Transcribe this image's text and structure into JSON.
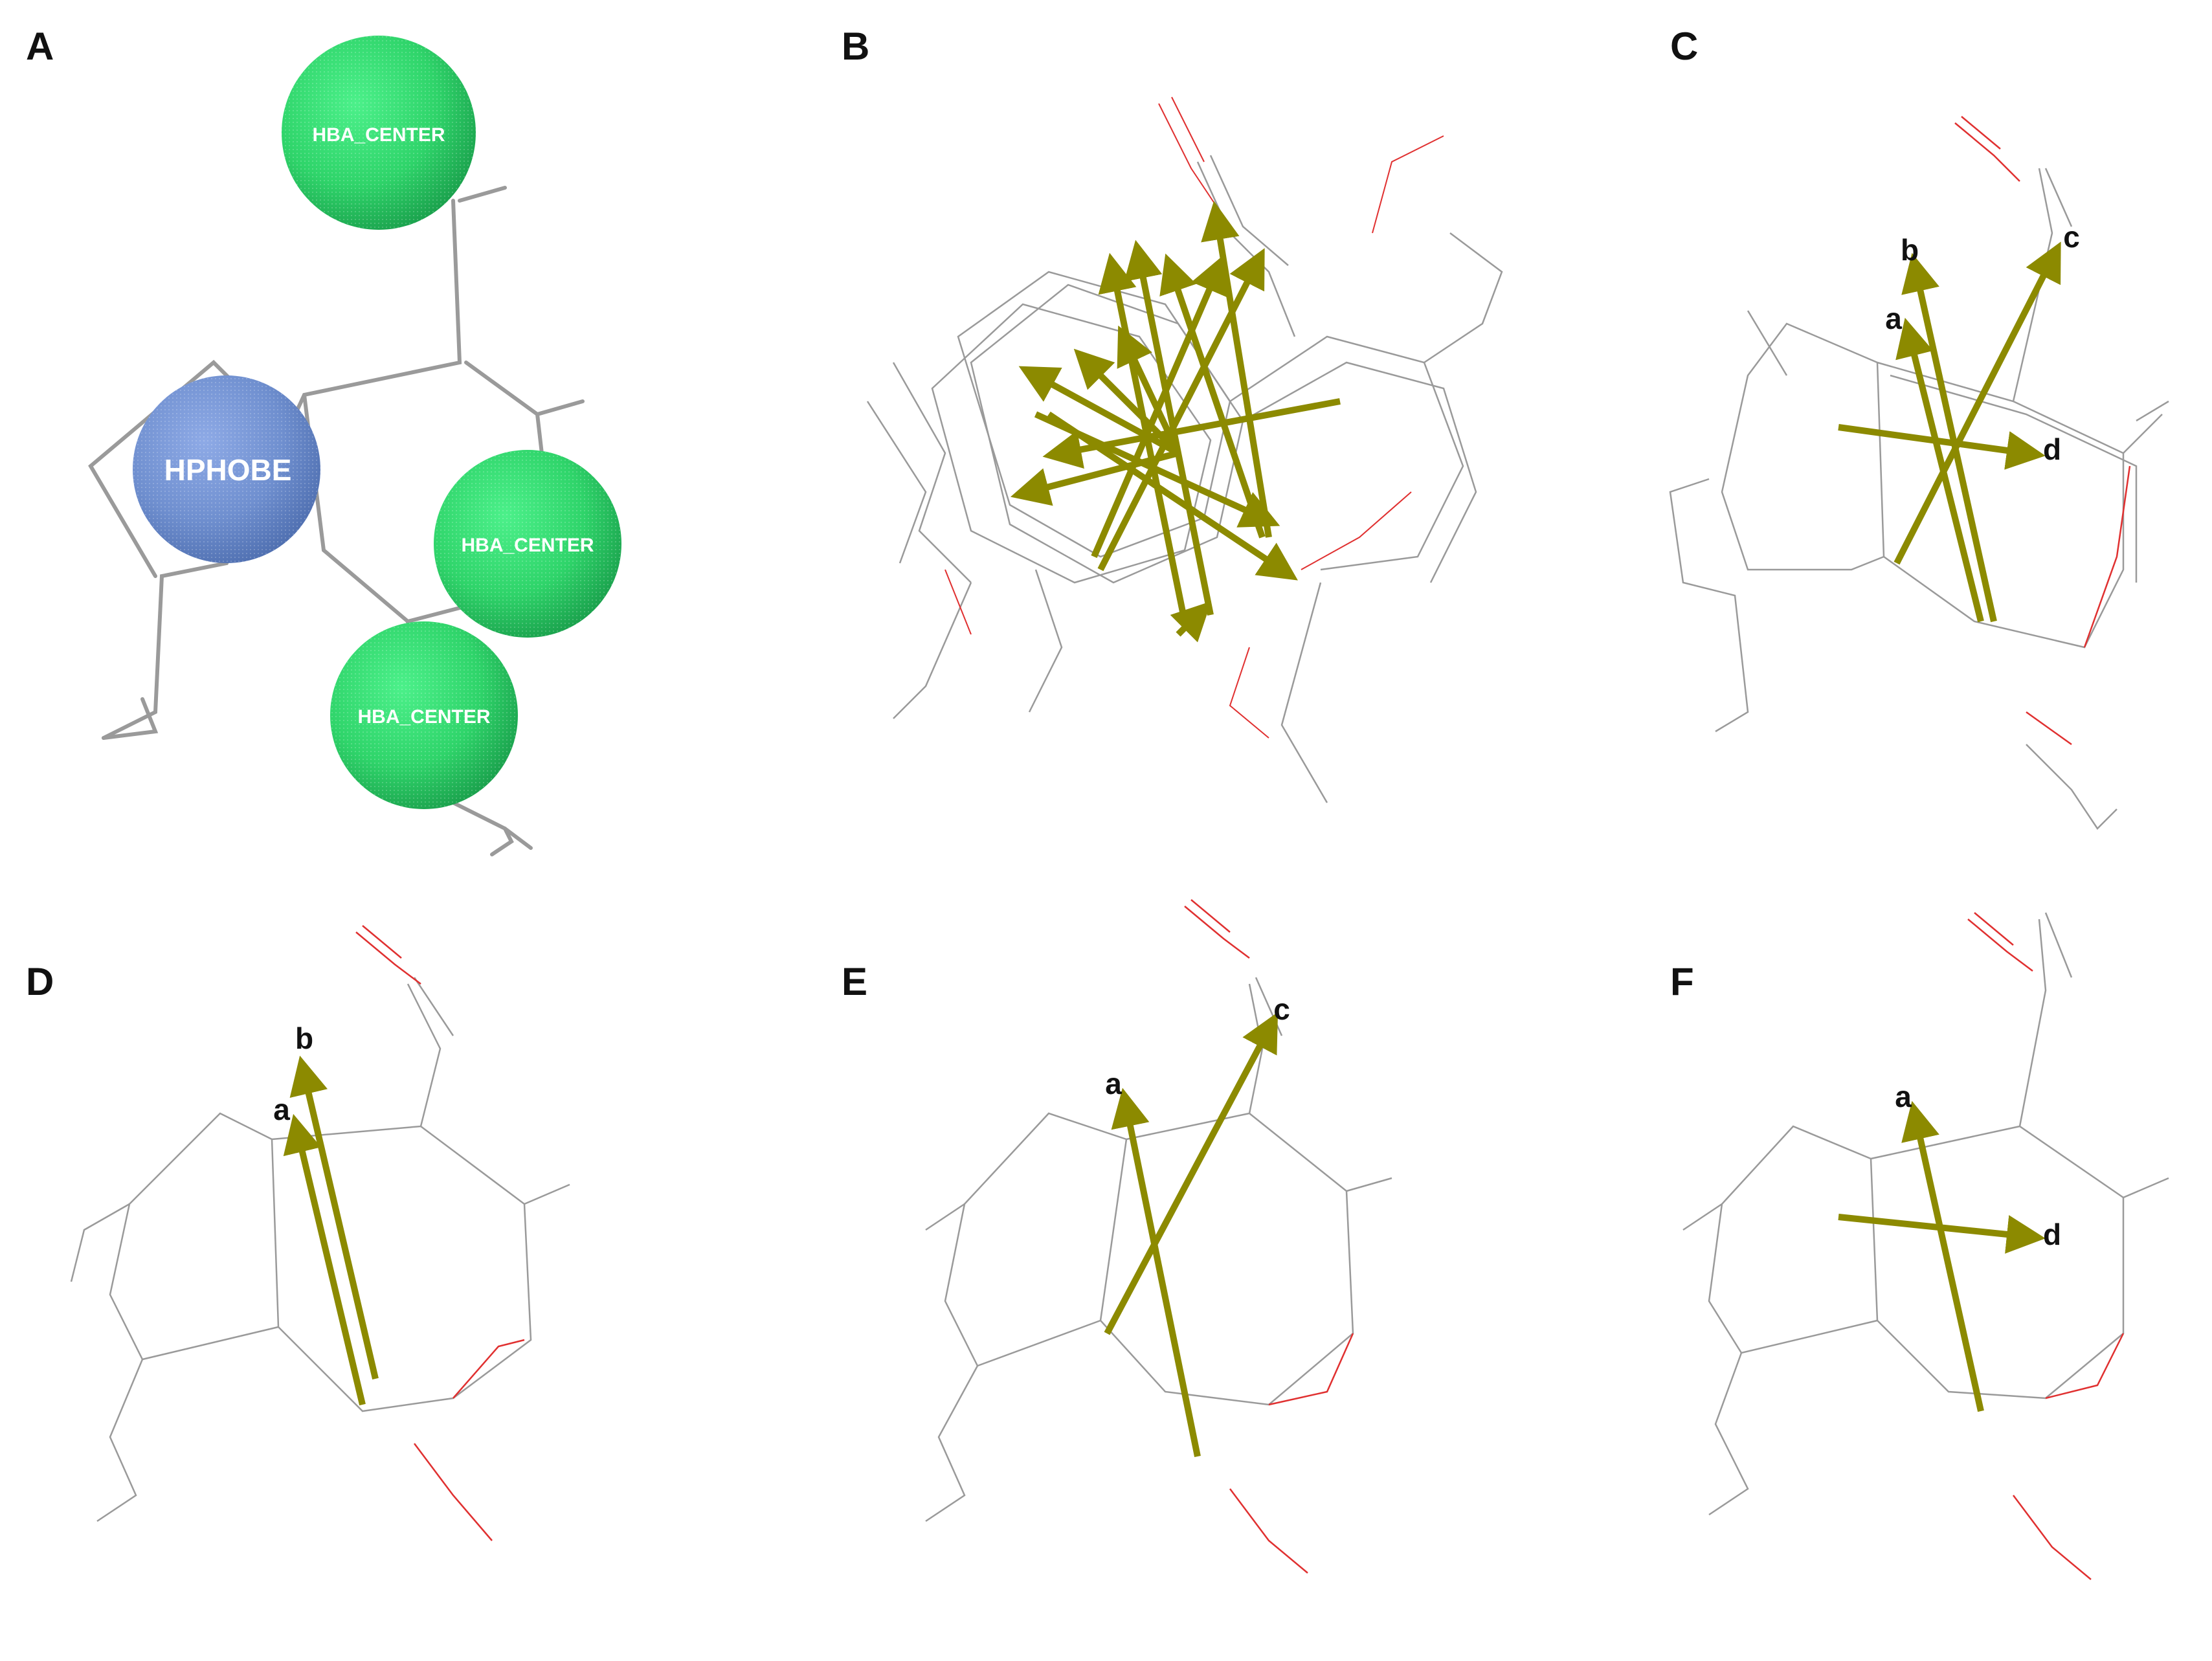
{
  "panels": {
    "A": {
      "letter": "A",
      "features": {
        "hba1": "HBA_CENTER",
        "hphobe": "HPHOBE",
        "hba2": "HBA_CENTER",
        "hba3": "HBA_CENTER"
      }
    },
    "B": {
      "letter": "B"
    },
    "C": {
      "letter": "C",
      "arrows": {
        "a": "a",
        "b": "b",
        "c": "c",
        "d": "d"
      }
    },
    "D": {
      "letter": "D",
      "arrows": {
        "a": "a",
        "b": "b"
      }
    },
    "E": {
      "letter": "E",
      "arrows": {
        "a": "a",
        "c": "c"
      }
    },
    "F": {
      "letter": "F",
      "arrows": {
        "a": "a",
        "d": "d"
      }
    }
  },
  "colors": {
    "hba_sphere": "#2fd46a",
    "hphobe_sphere": "#6f8fcf",
    "vector_arrow": "#8c8a00",
    "bond_carbon": "#9a9a9a",
    "bond_oxygen": "#e03030"
  }
}
